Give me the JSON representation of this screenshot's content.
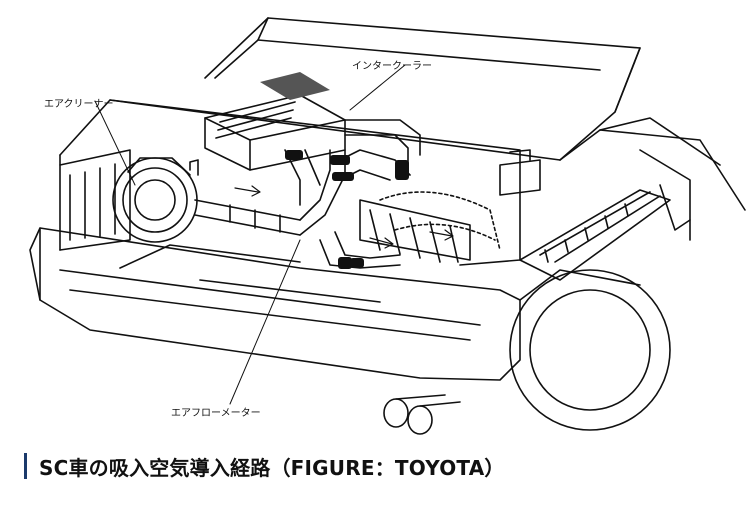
{
  "figure": {
    "labels": {
      "intercooler": "インタークーラー",
      "air_cleaner": "エアクリーナー",
      "air_flow_meter": "エアフローメーター"
    }
  },
  "caption": {
    "text": "SC車の吸入空気導入経路（FIGURE：TOYOTA）",
    "accent_color": "#1b3a6b"
  }
}
